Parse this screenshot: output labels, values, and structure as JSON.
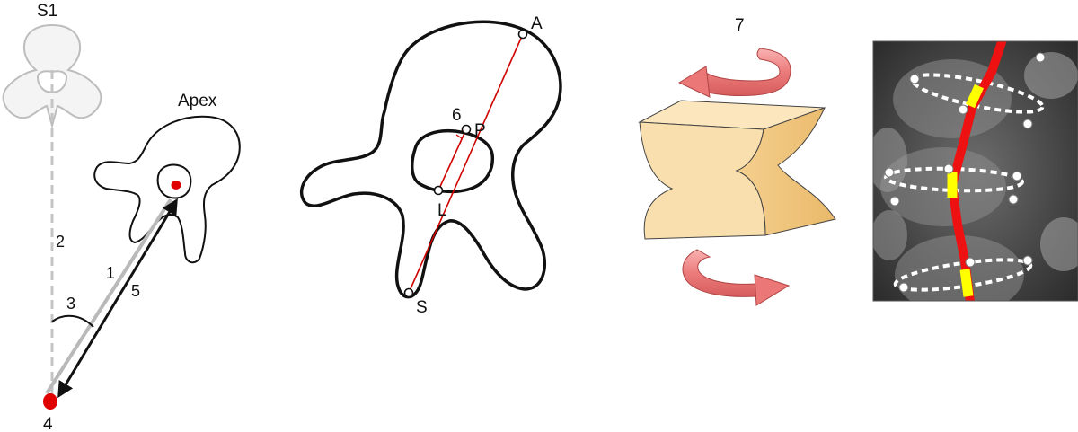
{
  "panel_a": {
    "s1_label": "S1",
    "apex_label": "Apex",
    "num_2": "2",
    "num_1": "1",
    "num_5": "5",
    "num_3": "3",
    "num_4": "4"
  },
  "panel_b": {
    "label_a": "A",
    "label_p": "P",
    "label_6": "6",
    "label_l": "L",
    "label_s": "S"
  },
  "panel_c": {
    "label_7": "7"
  },
  "colors": {
    "red": "#e00000",
    "spine_line": "#ee1111",
    "disc_yellow": "#ffff00",
    "block_fill": "#f9dfad",
    "arrow_fill": "#f07f7f",
    "grey_outline": "#c8c8c8"
  }
}
